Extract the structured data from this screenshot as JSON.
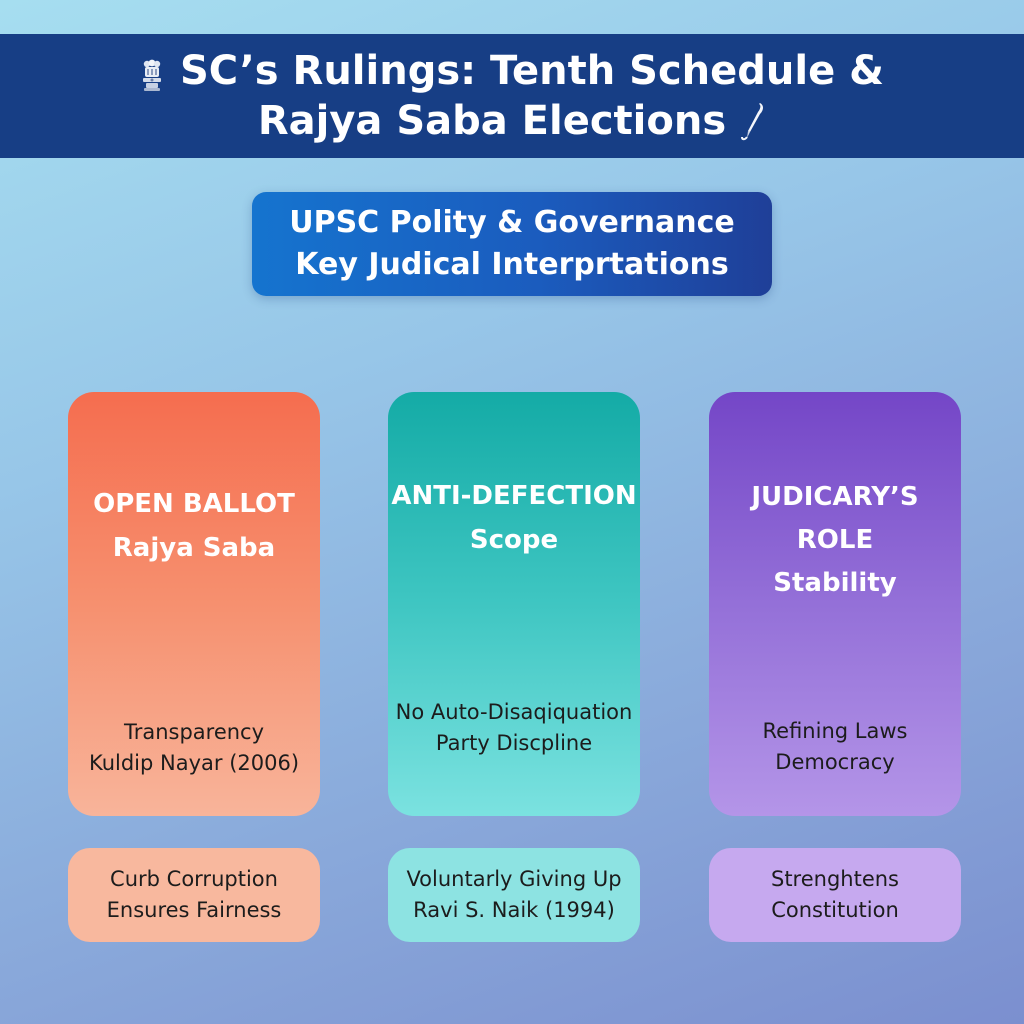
{
  "header": {
    "title_line1": "SC’s Rulings: Tenth Schedule &",
    "title_line2": "Rajya Saba Elections",
    "emblem_icon": "national-emblem-icon",
    "pen_icon": "quill-pen-icon",
    "background_color": "#173e85"
  },
  "subtitle": {
    "line1": "UPSC Polity & Governance",
    "line2": "Key Judical Interprtations"
  },
  "cards": [
    {
      "heading": [
        "OPEN BALLOT",
        "Rajya Saba"
      ],
      "body": [
        "Transparency",
        "Kuldip Nayar (2006)"
      ],
      "footer": [
        "Curb Corruption",
        "Ensures Fairness"
      ],
      "color": "#f56d4f"
    },
    {
      "heading": [
        "ANTI-DEFECTION",
        "Scope"
      ],
      "body": [
        "No Auto-Disaqiquation",
        "Party Discpline"
      ],
      "footer": [
        "Voluntarly Giving Up",
        "Ravi S. Naik (1994)"
      ],
      "color": "#14aba6"
    },
    {
      "heading": [
        "JUDICARY’S",
        "ROLE",
        "Stability"
      ],
      "body": [
        "Refining Laws",
        "Democracy"
      ],
      "footer": [
        "Strenghtens",
        "Constitution"
      ],
      "color": "#7446c7"
    }
  ]
}
